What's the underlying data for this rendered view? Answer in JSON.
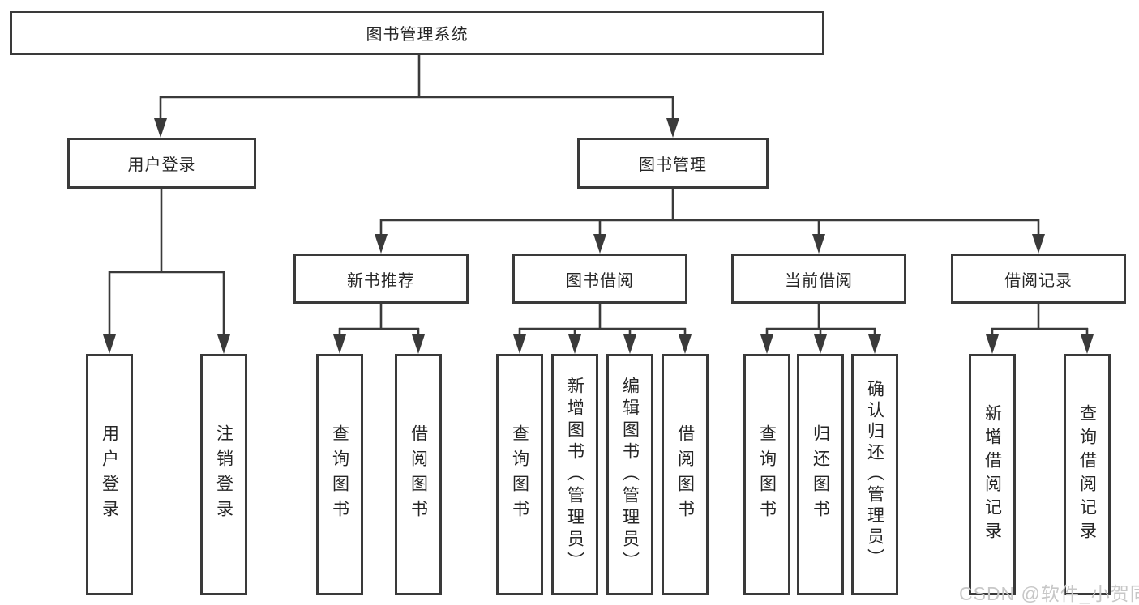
{
  "diagram_title": "图书管理系统",
  "tree": {
    "root": {
      "label": "图书管理系统"
    },
    "branches": [
      {
        "label": "用户登录",
        "leaves": [
          {
            "label": "用户登录"
          },
          {
            "label": "注销登录"
          }
        ]
      },
      {
        "label": "图书管理",
        "groups": [
          {
            "label": "新书推荐",
            "leaves": [
              {
                "label": "查询图书"
              },
              {
                "label": "借阅图书"
              }
            ]
          },
          {
            "label": "图书借阅",
            "leaves": [
              {
                "label": "查询图书"
              },
              {
                "label": "新增图书（管理员）"
              },
              {
                "label": "编辑图书（管理员）"
              },
              {
                "label": "借阅图书"
              }
            ]
          },
          {
            "label": "当前借阅",
            "leaves": [
              {
                "label": "查询图书"
              },
              {
                "label": "归还图书"
              },
              {
                "label": "确认归还（管理员）"
              }
            ]
          },
          {
            "label": "借阅记录",
            "leaves": [
              {
                "label": "新增借阅记录"
              },
              {
                "label": "查询借阅记录"
              }
            ]
          }
        ]
      }
    ]
  },
  "watermark": "CSDN @软件_小贺同学",
  "colors": {
    "line": "#3a3a3a",
    "border": "#3a3a3a",
    "text": "#262626",
    "watermark": "#c7c7c7",
    "background": "#ffffff"
  }
}
